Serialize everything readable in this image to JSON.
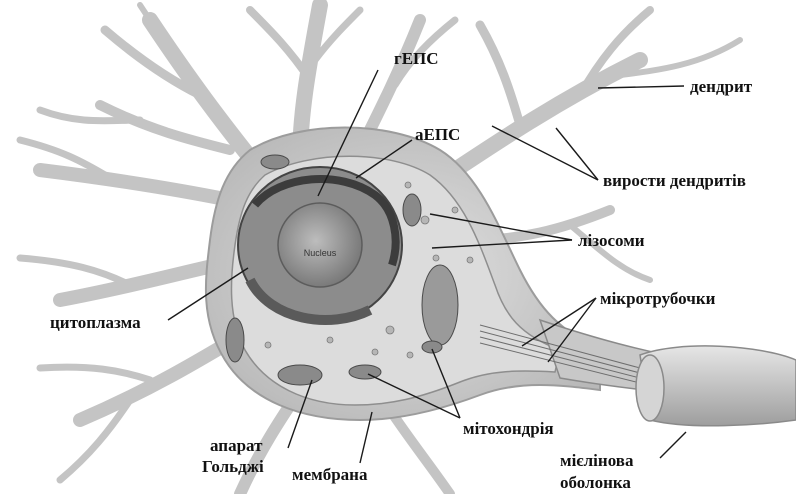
{
  "labels": {
    "rer": "гЕПС",
    "ser": "аЕПС",
    "dendrite": "дендрит",
    "dendrite_spines": "вирости дендритів",
    "lysosomes": "лізосоми",
    "microtubules": "мікротрубочки",
    "cytoplasm": "цитоплазма",
    "mitochondria": "мітохондрія",
    "golgi_line1": "апарат",
    "golgi_line2": "Гольджі",
    "membrane": "мембрана",
    "myelin_line1": "мієлінова",
    "myelin_line2": "оболонка",
    "nucleus": "Nucleus"
  },
  "colors": {
    "cell_fill": "#c9c9c9",
    "cytoplasm_fill": "#d9d9d9",
    "nucleus_fill": "#9a9a9a",
    "organelle_dark": "#555555",
    "line": "#1a1a1a"
  }
}
